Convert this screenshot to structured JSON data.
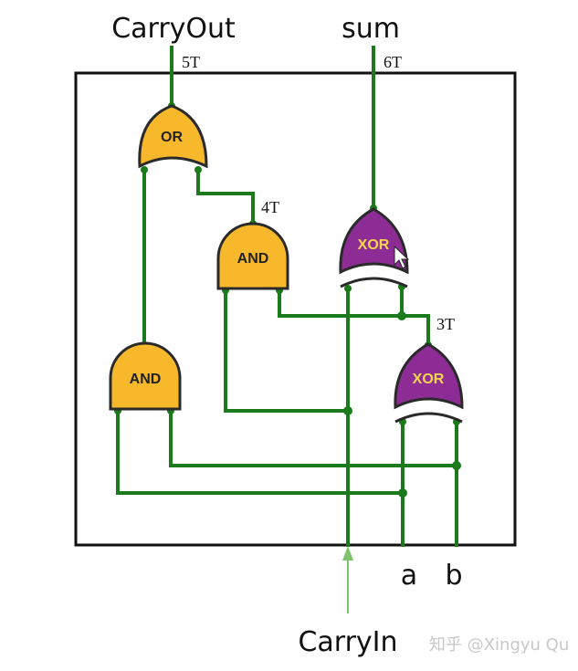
{
  "labels": {
    "carry_out": "CarryOut",
    "sum": "sum",
    "carry_in": "CarryIn",
    "input_a": "a",
    "input_b": "b"
  },
  "delays": {
    "carry_out": "5T",
    "sum": "6T",
    "and_top": "4T",
    "xor_bottom": "3T"
  },
  "gates": {
    "or": "OR",
    "and_top": "AND",
    "and_bottom": "AND",
    "xor_top": "XOR",
    "xor_bottom": "XOR"
  },
  "watermark": "知乎 @Xingyu Qu",
  "colors": {
    "wire": "#1b7a1b",
    "and_or_gate": "#f7b92b",
    "xor_gate": "#8e2c96",
    "carry_in_arrow": "#7cc36a"
  }
}
